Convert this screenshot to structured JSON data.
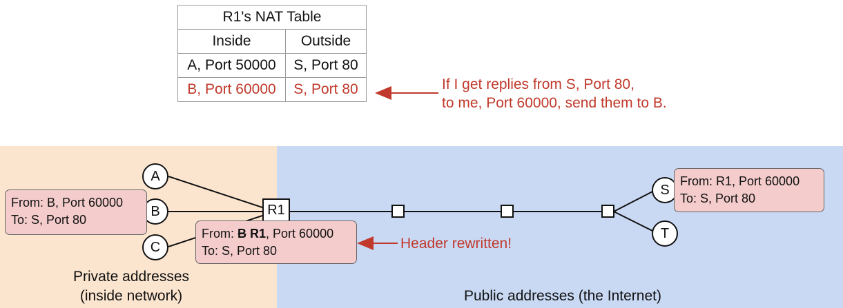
{
  "nat_table": {
    "title": "R1's NAT Table",
    "headers": [
      "Inside",
      "Outside"
    ],
    "rows": [
      {
        "inside": "A, Port 50000",
        "outside": "S, Port 80"
      },
      {
        "inside": "B, Port 60000",
        "outside": "S, Port 80"
      }
    ]
  },
  "notes": {
    "table_line1": "If I get replies from S, Port 80,",
    "table_line2": "to me, Port 60000, send them to B.",
    "header_rewritten": "Header rewritten!"
  },
  "regions": {
    "private_line1": "Private addresses",
    "private_line2": "(inside network)",
    "public": "Public addresses (the Internet)"
  },
  "nodes": {
    "a": "A",
    "b": "B",
    "c": "C",
    "s": "S",
    "t": "T",
    "r1": "R1"
  },
  "packets": {
    "from_b": {
      "line1": "From: B, Port 60000",
      "line2": "To: S, Port 80"
    },
    "rewritten": {
      "from_prefix": "From: ",
      "old_addr": "B",
      "new_addr": "R1",
      "port": ", Port 60000",
      "line2": "To: S, Port 80"
    },
    "at_s": {
      "line1": "From: R1, Port 60000",
      "line2": "To: S, Port 80"
    }
  },
  "colors": {
    "highlight": "#c0392b",
    "private_bg": "#fbe5cf",
    "public_bg": "#c9d9f4",
    "packet_bg": "#f4cccc"
  }
}
